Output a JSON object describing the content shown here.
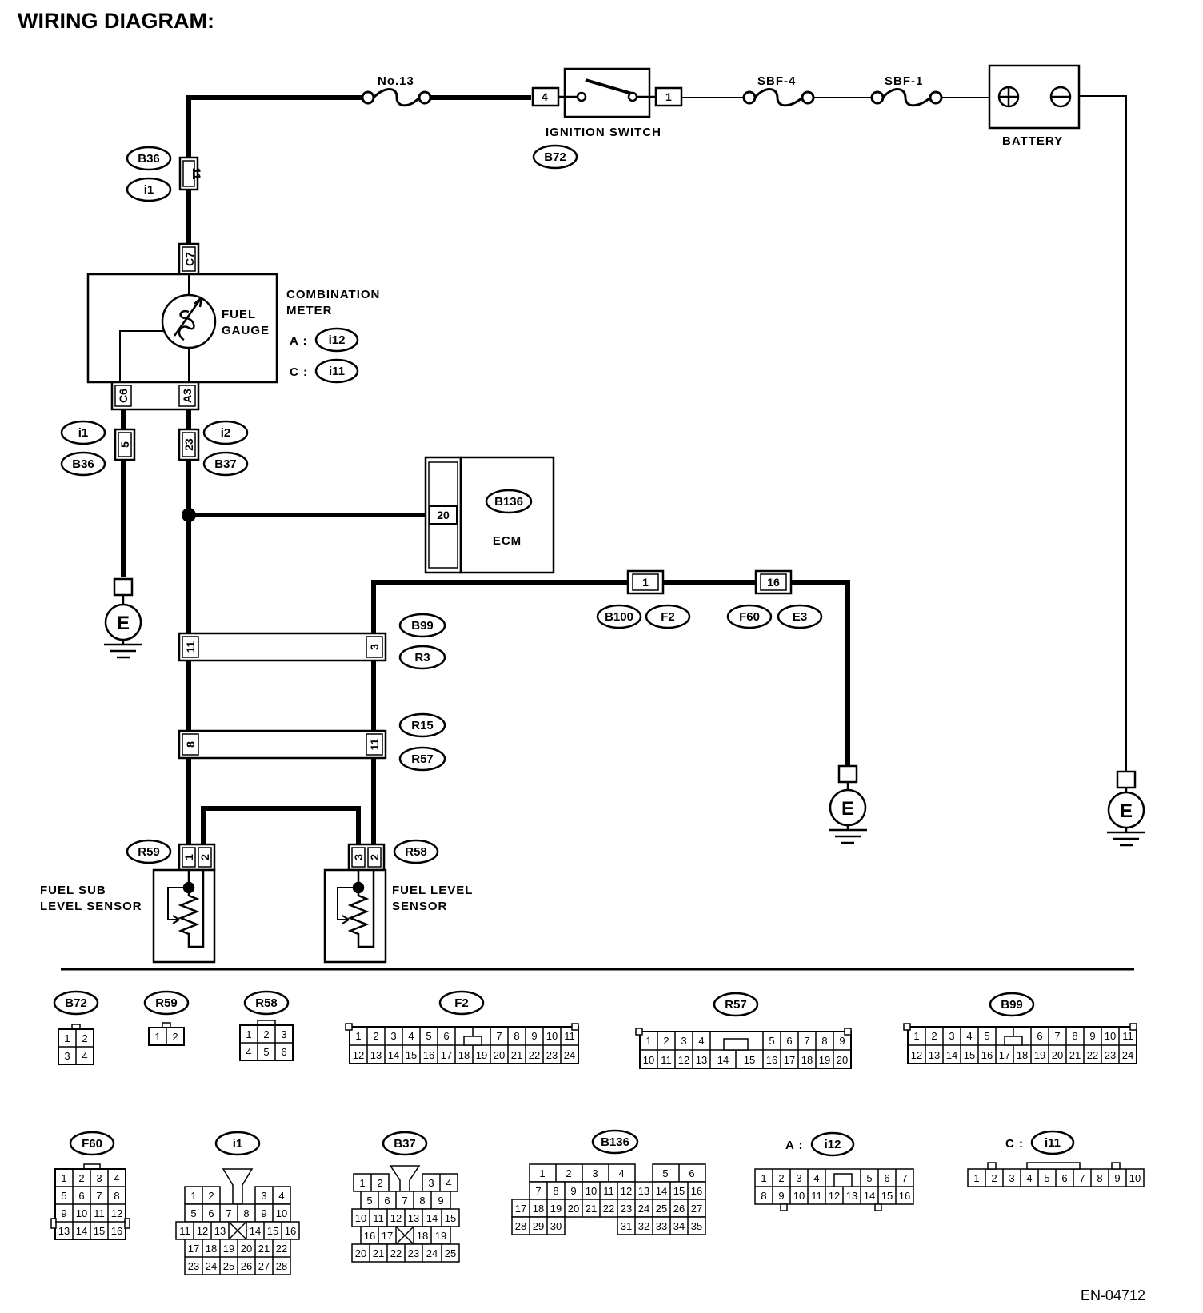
{
  "title": "WIRING DIAGRAM:",
  "fuse_no13": "No.13",
  "fuse_sbf4": "SBF-4",
  "fuse_sbf1": "SBF-1",
  "ignition": {
    "label": "IGNITION SWITCH",
    "connector": "B72",
    "pin_in": "4",
    "pin_out": "1"
  },
  "battery": {
    "label": "BATTERY"
  },
  "joint_b36_i1": {
    "connectors": [
      "B36",
      "i1"
    ],
    "pin": "11"
  },
  "meter": {
    "pin_top": "C7",
    "gauge_line1": "FUEL",
    "gauge_line2": "GAUGE",
    "label_line1": "COMBINATION",
    "label_line2": "METER",
    "conn_a_prefix": "A :",
    "conn_a": "i12",
    "conn_c_prefix": "C :",
    "conn_c": "i11",
    "pin_left": "C6",
    "pin_right": "A3"
  },
  "joint_left": {
    "connectors": [
      "i1",
      "B36"
    ],
    "pin": "5"
  },
  "joint_right": {
    "connectors": [
      "i2",
      "B37"
    ],
    "pin": "23"
  },
  "ecm": {
    "label": "ECM",
    "connector": "B136",
    "pin": "20"
  },
  "ground_label": "E",
  "ecm_ground": {
    "pin_a": "1",
    "conns_a": [
      "B100",
      "F2"
    ],
    "pin_b": "16",
    "conns_b": [
      "F60",
      "E3"
    ]
  },
  "bar_b99": {
    "connectors": [
      "B99",
      "R3"
    ],
    "pin_left": "11",
    "pin_right": "3"
  },
  "bar_r15": {
    "connectors": [
      "R15",
      "R57"
    ],
    "pin_left": "8",
    "pin_right": "11"
  },
  "sub_sensor": {
    "connector": "R59",
    "pins": [
      "1",
      "2"
    ],
    "label_line1": "FUEL SUB",
    "label_line2": "LEVEL SENSOR"
  },
  "main_sensor": {
    "connector": "R58",
    "pins": [
      "3",
      "2"
    ],
    "label_line1": "FUEL LEVEL",
    "label_line2": "SENSOR"
  },
  "connector_views": {
    "B72": {
      "rows": [
        [
          "1",
          "2"
        ],
        [
          "3",
          "4"
        ]
      ]
    },
    "R59": {
      "rows": [
        [
          "1",
          "2"
        ]
      ]
    },
    "R58": {
      "rows": [
        [
          "1",
          "2",
          "3"
        ],
        [
          "4",
          "5",
          "6"
        ]
      ]
    },
    "F2": {
      "rows": [
        [
          "1",
          "2",
          "3",
          "4",
          "5",
          "6",
          "",
          "7",
          "8",
          "9",
          "10",
          "11"
        ],
        [
          "12",
          "13",
          "14",
          "15",
          "16",
          "17",
          "18",
          "19",
          "20",
          "21",
          "22",
          "23",
          "24"
        ]
      ]
    },
    "R57": {
      "rows": [
        [
          "1",
          "2",
          "3",
          "4",
          "",
          "5",
          "6",
          "7",
          "8",
          "9"
        ],
        [
          "10",
          "11",
          "12",
          "13",
          "14",
          "15",
          "16",
          "17",
          "18",
          "19",
          "20"
        ]
      ]
    },
    "B99": {
      "rows": [
        [
          "1",
          "2",
          "3",
          "4",
          "5",
          "",
          "6",
          "7",
          "8",
          "9",
          "10",
          "11"
        ],
        [
          "12",
          "13",
          "14",
          "15",
          "16",
          "17",
          "18",
          "19",
          "20",
          "21",
          "22",
          "23",
          "24"
        ]
      ]
    },
    "F60": {
      "rows": [
        [
          "1",
          "2",
          "3",
          "4"
        ],
        [
          "5",
          "6",
          "7",
          "8"
        ],
        [
          "9",
          "10",
          "11",
          "12"
        ],
        [
          "13",
          "14",
          "15",
          "16"
        ]
      ]
    },
    "i1": {
      "rows": [
        [
          "1",
          "2",
          "",
          "3",
          "4"
        ],
        [
          "5",
          "6",
          "7",
          "8",
          "9",
          "10"
        ],
        [
          "11",
          "12",
          "13",
          "",
          "14",
          "15",
          "16"
        ],
        [
          "17",
          "18",
          "19",
          "20",
          "21",
          "22"
        ],
        [
          "23",
          "24",
          "25",
          "26",
          "27",
          "28"
        ]
      ]
    },
    "B37": {
      "rows": [
        [
          "1",
          "2",
          "",
          "3",
          "4"
        ],
        [
          "5",
          "6",
          "7",
          "8",
          "9"
        ],
        [
          "10",
          "11",
          "12",
          "13",
          "14",
          "15"
        ],
        [
          "16",
          "17",
          "",
          "18",
          "19"
        ],
        [
          "20",
          "21",
          "22",
          "23",
          "24",
          "25"
        ]
      ]
    },
    "B136": {
      "rows": [
        [
          "1",
          "2",
          "3",
          "4",
          "",
          "5",
          "6"
        ],
        [
          "7",
          "8",
          "9",
          "10",
          "11",
          "12",
          "13",
          "14",
          "15",
          "16"
        ],
        [
          "17",
          "18",
          "19",
          "20",
          "21",
          "22",
          "23",
          "24",
          "25",
          "26",
          "27"
        ],
        [
          "28",
          "29",
          "30",
          "",
          "31",
          "32",
          "33",
          "34",
          "35"
        ]
      ]
    },
    "A_i12": {
      "prefix": "A :",
      "rows": [
        [
          "1",
          "2",
          "3",
          "4",
          "",
          "5",
          "6",
          "7"
        ],
        [
          "8",
          "9",
          "10",
          "11",
          "12",
          "13",
          "14",
          "15",
          "16"
        ]
      ]
    },
    "C_i11": {
      "prefix": "C :",
      "rows": [
        [
          "1",
          "2",
          "3",
          "4",
          "5",
          "6",
          "7",
          "8",
          "9",
          "10"
        ]
      ]
    }
  },
  "footer_code": "EN-04712"
}
